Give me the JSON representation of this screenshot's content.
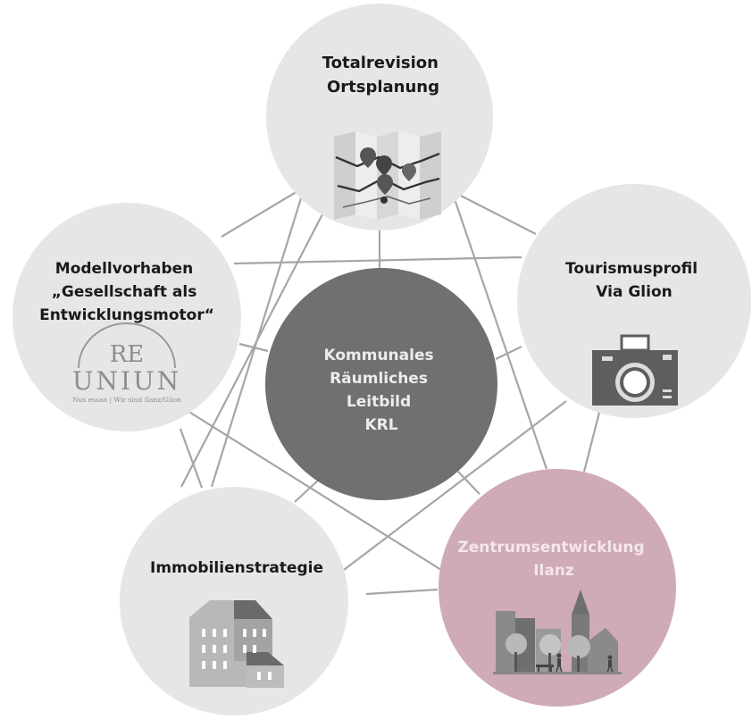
{
  "center": {
    "lines": [
      "Kommunales",
      "Räumliches",
      "Leitbild",
      "KRL"
    ]
  },
  "nodes": {
    "top": {
      "lines": [
        "Totalrevision",
        "Ortsplanung"
      ],
      "icon": "map-icon"
    },
    "left": {
      "lines": [
        "Modellvorhaben",
        "„Gesellschaft als",
        "Entwicklungsmotor“"
      ],
      "icon": "reuniun-logo"
    },
    "right": {
      "lines": [
        "Tourismusprofil",
        "Via Glion"
      ],
      "icon": "camera-icon"
    },
    "bottom_left": {
      "lines": [
        "Immobilienstrategie"
      ],
      "icon": "building-icon"
    },
    "bottom_right": {
      "lines": [
        "Zentrumsentwicklung",
        "Ilanz"
      ],
      "icon": "town-icon"
    }
  },
  "logo": {
    "line1": "RE",
    "line2": "UNIUN",
    "tagline": "Nus essan | Wir sind Ilanz/Glion"
  },
  "colors": {
    "node_fill": "#e6e6e6",
    "center_fill": "#707070",
    "highlight_fill": "#cfaab9",
    "connector": "#a6a6a6"
  }
}
